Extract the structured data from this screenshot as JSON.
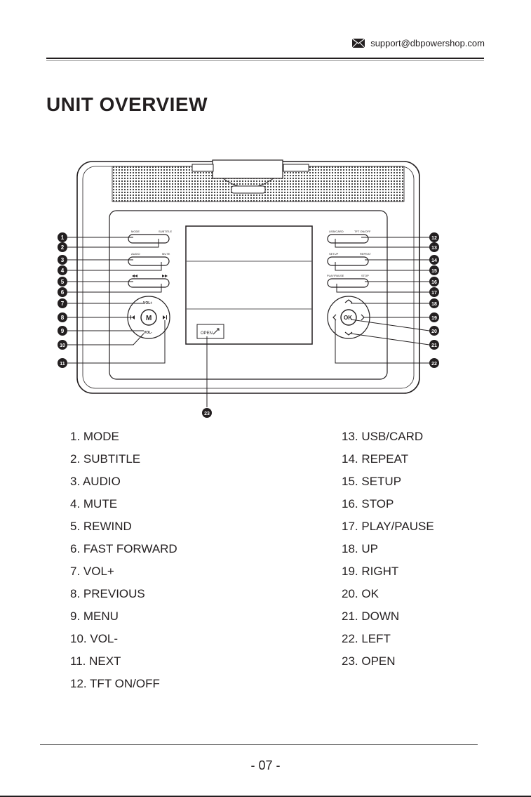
{
  "header": {
    "email": "support@dbpowershop.com",
    "email_icon": "envelope-icon"
  },
  "title": "UNIT OVERVIEW",
  "diagram": {
    "button_labels": {
      "mode": "MODE",
      "subtitle": "SUBTITLE",
      "audio": "AUDIO",
      "mute": "MUTE",
      "vol_plus": "VOL+",
      "vol_minus": "VOL-",
      "menu_key": "M",
      "usb_card": "USB/CARD",
      "tft": "TFT ON/OFF",
      "setup": "SETUP",
      "repeat": "REPEAT",
      "play_pause": "PLAY/PAUSE",
      "stop": "STOP",
      "ok_key": "OK",
      "open": "OPEN"
    },
    "callouts": [
      "1",
      "2",
      "3",
      "4",
      "5",
      "6",
      "7",
      "8",
      "9",
      "10",
      "11",
      "12",
      "13",
      "14",
      "15",
      "16",
      "17",
      "18",
      "19",
      "20",
      "21",
      "22",
      "23"
    ]
  },
  "legend_left": [
    "1.   MODE",
    "2.  SUBTITLE",
    "3.  AUDIO",
    "4.  MUTE",
    "5.  REWIND",
    "6.  FAST FORWARD",
    "7.  VOL+",
    "8.  PREVIOUS",
    "9.  MENU",
    "10. VOL-",
    "11.  NEXT",
    "12. TFT ON/OFF"
  ],
  "legend_right": [
    "13.  USB/CARD",
    "14.  REPEAT",
    "15.  SETUP",
    "16.  STOP",
    "17.  PLAY/PAUSE",
    "18.  UP",
    "19.  RIGHT",
    "20. OK",
    "21.  DOWN",
    "22.  LEFT",
    "23.  OPEN"
  ],
  "footer": {
    "page_number": "- 07 -"
  }
}
